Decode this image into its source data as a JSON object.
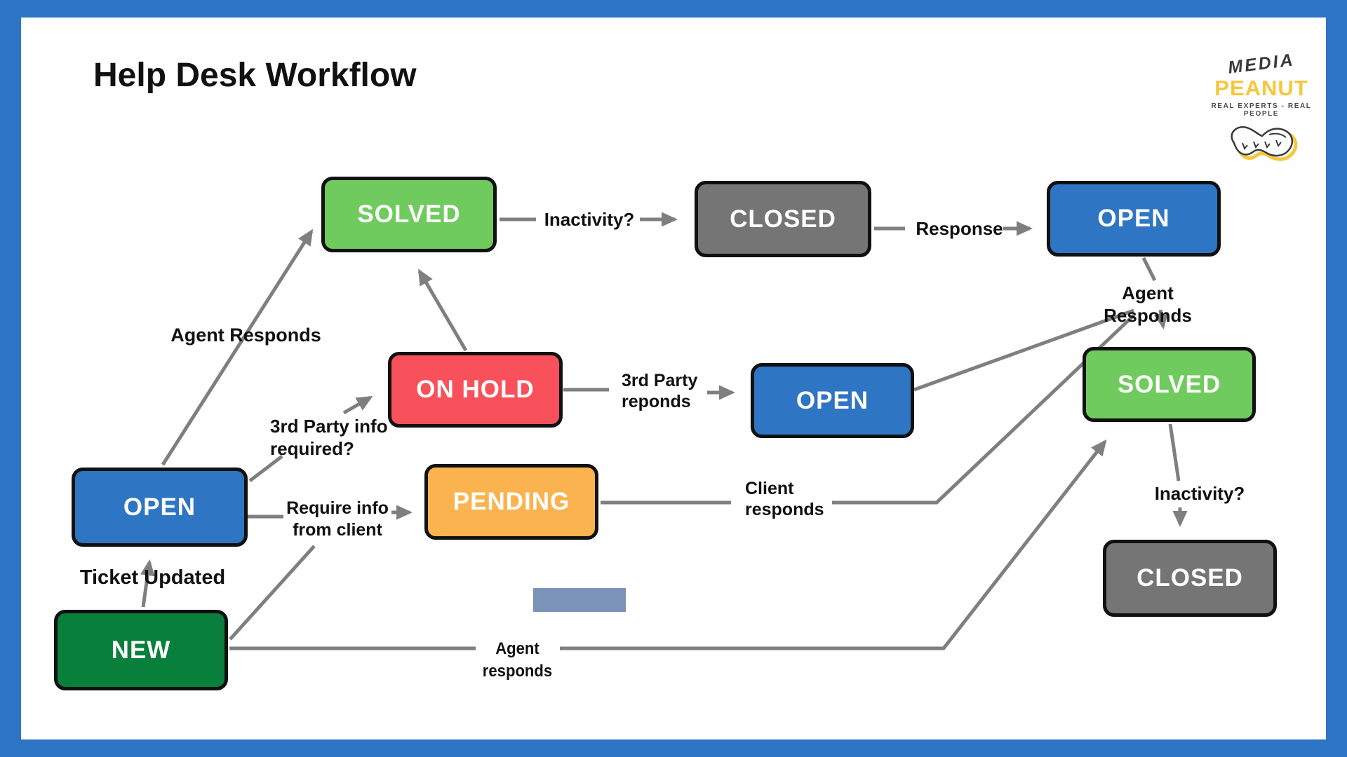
{
  "title": "Help Desk Workflow",
  "logo": {
    "media": "MEDIA",
    "peanut": "PEANUT",
    "tagline": "REAL EXPERTS - REAL PEOPLE"
  },
  "colors": {
    "frame_blue": "#2e74c4",
    "open_blue": "#2e75c3",
    "solved_green": "#6fcb5d",
    "new_green": "#087f3b",
    "on_hold_red": "#f9515b",
    "pending_orange": "#fbb34f",
    "closed_gray": "#757575",
    "arrow_gray": "#7f7f7f",
    "accent_rect_blue": "#7a93b6",
    "logo_yellow": "#f5c73f"
  },
  "nodes": {
    "solved_top": "SOLVED",
    "closed_top": "CLOSED",
    "open_top_right": "OPEN",
    "on_hold": "ON HOLD",
    "open_middle": "OPEN",
    "open_left": "OPEN",
    "pending": "PENDING",
    "solved_right": "SOLVED",
    "closed_right": "CLOSED",
    "new": "NEW"
  },
  "edge_labels": {
    "inactivity_top": "Inactivity?",
    "response": "Response",
    "agent_responds_right": "Agent Responds",
    "agent_responds_left": "Agent Responds",
    "third_party_info_line1": "3rd Party info",
    "third_party_info_line2": "required?",
    "third_party_reponds_line1": "3rd Party",
    "third_party_reponds_line2": "reponds",
    "require_info_line1": "Require info",
    "require_info_line2": "from client",
    "client_responds_line1": "Client",
    "client_responds_line2": "responds",
    "ticket_updated": "Ticket Updated",
    "agent_responds_bottom": "Agent responds",
    "inactivity_right": "Inactivity?"
  }
}
